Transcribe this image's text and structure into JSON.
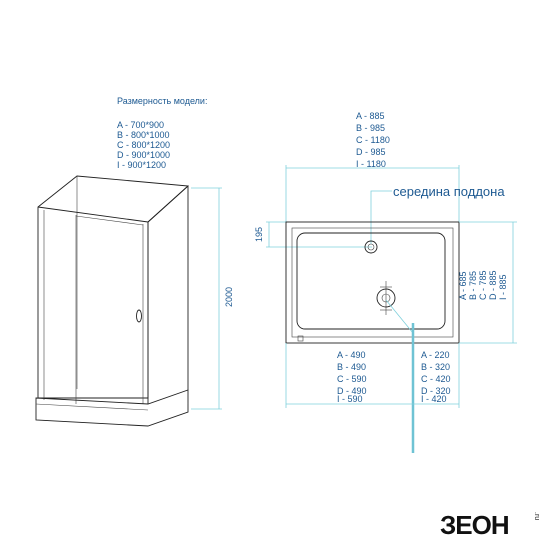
{
  "models": {
    "heading": "Размерность модели:",
    "items": [
      "A - 700*900",
      "B - 800*1000",
      "C - 800*1200",
      "D - 900*1000",
      "I  - 900*1200"
    ]
  },
  "height_label": "2000",
  "top_width": [
    "A - 885",
    "B - 985",
    "C - 1180",
    "D - 985",
    "I - 1180"
  ],
  "center_label": "середина поддона",
  "offset_label": "195",
  "depth": [
    "A - 685",
    "B - 785",
    "C - 785",
    "D - 885",
    "I - 885"
  ],
  "bottom_left": [
    "A - 490",
    "B - 490",
    "C - 590",
    "D - 490",
    "I - 590"
  ],
  "bottom_right": [
    "A - 220",
    "B - 320",
    "C - 420",
    "D - 320",
    "I - 420"
  ],
  "logo": "ЗЕОН.ru",
  "colors": {
    "text": "#1e5a92",
    "dimension_line": "#7fd0dc",
    "outline": "#222222"
  }
}
